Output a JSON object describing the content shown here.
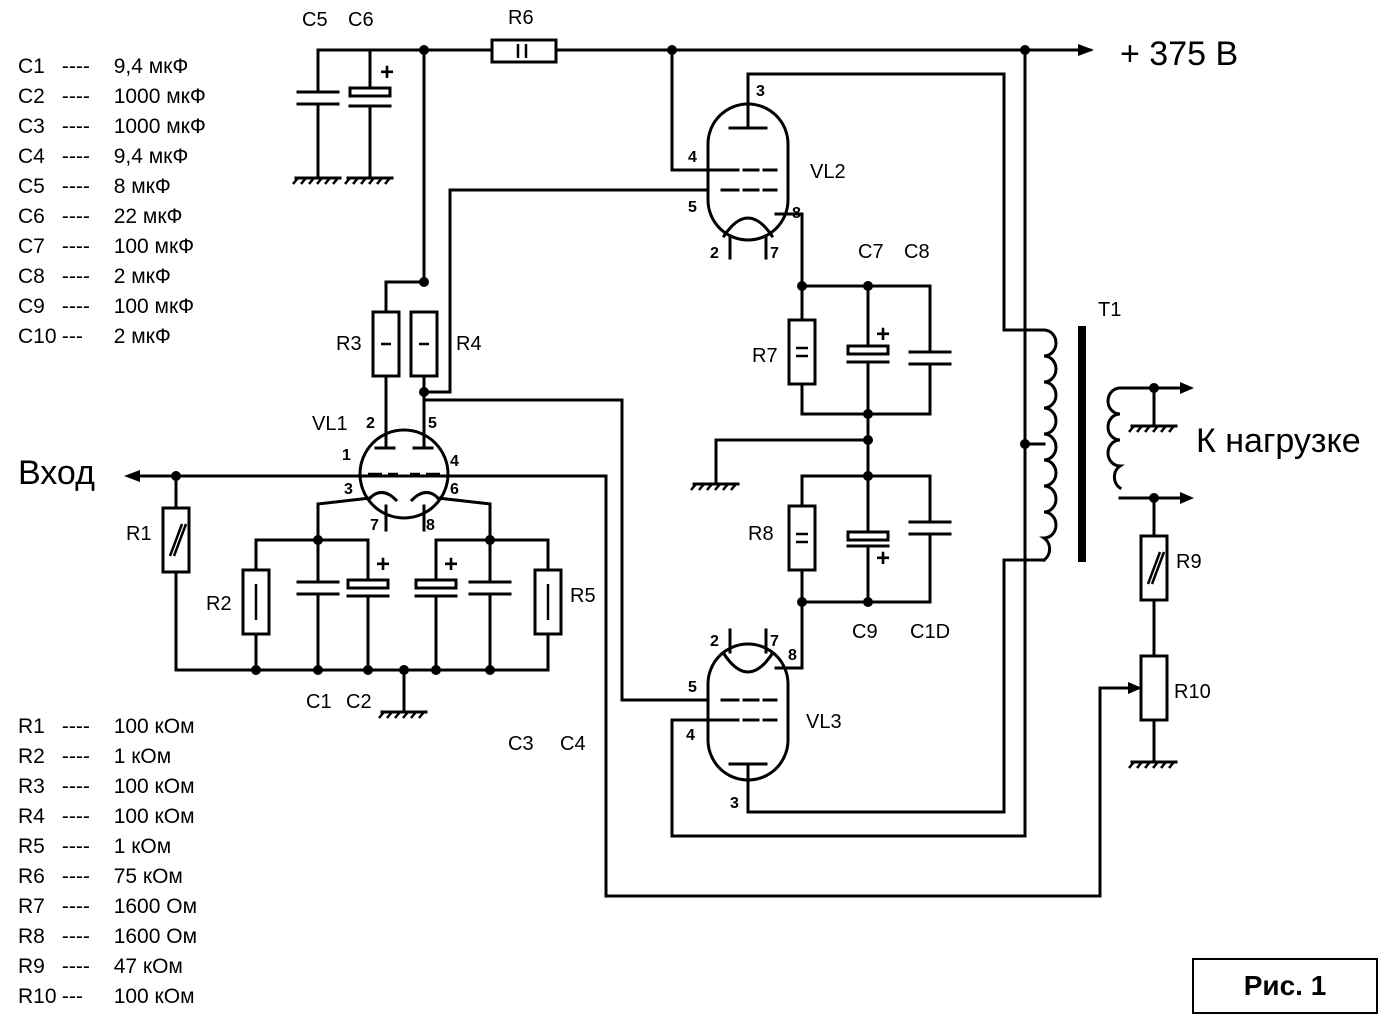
{
  "figure": {
    "label": "Рис. 1"
  },
  "supply": {
    "label": "+ 375 В"
  },
  "io": {
    "input": "Вход",
    "output": "К нагрузке"
  },
  "capacitors": [
    {
      "ref": "C1",
      "dash": "----",
      "value": "9,4 мкФ"
    },
    {
      "ref": "C2",
      "dash": "----",
      "value": "1000 мкФ"
    },
    {
      "ref": "C3",
      "dash": "----",
      "value": "1000 мкФ"
    },
    {
      "ref": "C4",
      "dash": "----",
      "value": "9,4 мкФ"
    },
    {
      "ref": "C5",
      "dash": "----",
      "value": "8 мкФ"
    },
    {
      "ref": "C6",
      "dash": "----",
      "value": "22 мкФ"
    },
    {
      "ref": "C7",
      "dash": "----",
      "value": "100 мкФ"
    },
    {
      "ref": "C8",
      "dash": "----",
      "value": "2 мкФ"
    },
    {
      "ref": "C9",
      "dash": "----",
      "value": "100 мкФ"
    },
    {
      "ref": "C10",
      "dash": "---",
      "value": "2 мкФ"
    }
  ],
  "resistors": [
    {
      "ref": "R1",
      "dash": "----",
      "value": "100 кОм"
    },
    {
      "ref": "R2",
      "dash": "----",
      "value": "1 кОм"
    },
    {
      "ref": "R3",
      "dash": "----",
      "value": "100 кОм"
    },
    {
      "ref": "R4",
      "dash": "----",
      "value": "100 кОм"
    },
    {
      "ref": "R5",
      "dash": "----",
      "value": "1 кОм"
    },
    {
      "ref": "R6",
      "dash": "----",
      "value": "75 кОм"
    },
    {
      "ref": "R7",
      "dash": "----",
      "value": "1600 Ом"
    },
    {
      "ref": "R8",
      "dash": "----",
      "value": "1600 Ом"
    },
    {
      "ref": "R9",
      "dash": "----",
      "value": "47 кОм"
    },
    {
      "ref": "R10",
      "dash": "---",
      "value": "100 кОм"
    }
  ],
  "labels": {
    "c5": "C5",
    "c6": "C6",
    "r6": "R6",
    "r3": "R3",
    "r4": "R4",
    "vl1": "VL1",
    "r1": "R1",
    "r2": "R2",
    "r5": "R5",
    "c1": "C1",
    "c2": "C2",
    "c3": "C3",
    "c4": "C4",
    "vl2": "VL2",
    "vl3": "VL3",
    "c7": "C7",
    "c8": "C8",
    "r7": "R7",
    "r8": "R8",
    "c9": "C9",
    "c10": "C1D",
    "t1": "T1",
    "r9": "R9",
    "r10": "R10"
  },
  "pins": {
    "vl1_2": "2",
    "vl1_5": "5",
    "vl1_1": "1",
    "vl1_4": "4",
    "vl1_3": "3",
    "vl1_6": "6",
    "vl1_7": "7",
    "vl1_8": "8",
    "vl2_3": "3",
    "vl2_4": "4",
    "vl2_5": "5",
    "vl2_8": "8",
    "vl2_2": "2",
    "vl2_7": "7",
    "vl3_2": "2",
    "vl3_7": "7",
    "vl3_8": "8",
    "vl3_5": "5",
    "vl3_4": "4",
    "vl3_3": "3"
  },
  "polarity": "+"
}
